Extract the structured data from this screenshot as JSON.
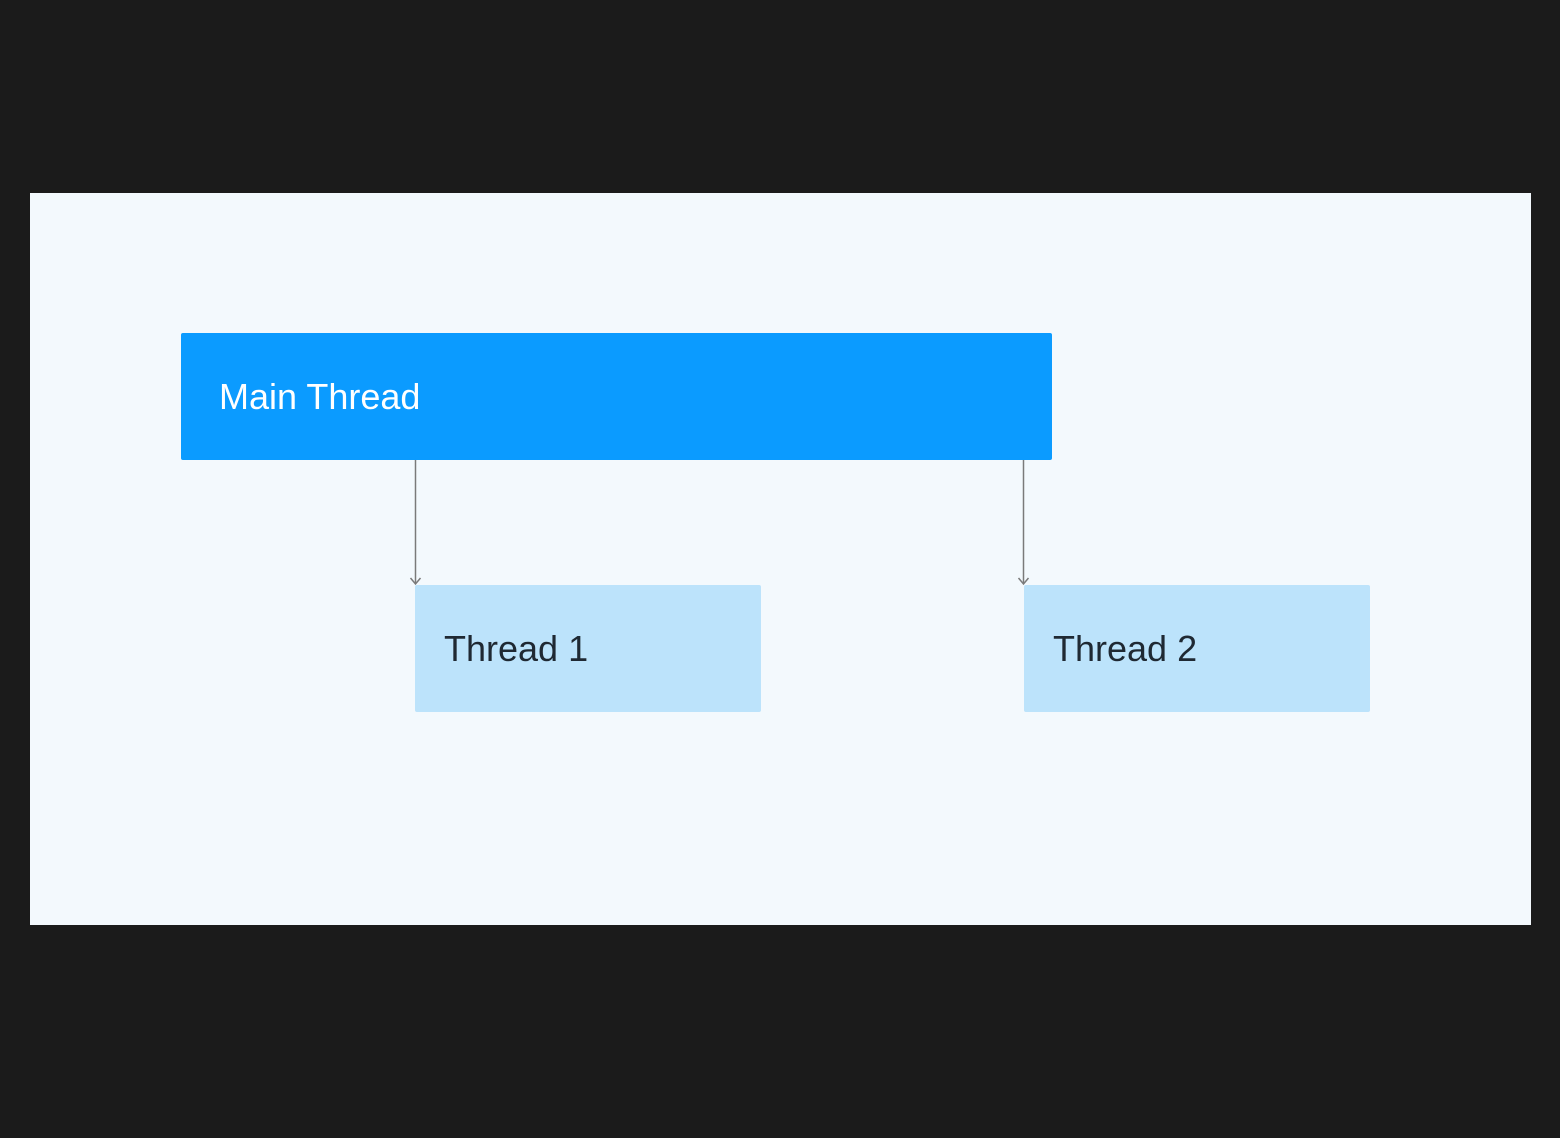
{
  "colors": {
    "main_fill": "#0b9bff",
    "child_fill": "#bce3fb",
    "connector": "#7a7a7a"
  },
  "nodes": {
    "main": {
      "label": "Main Thread"
    },
    "thread_1": {
      "label": "Thread 1"
    },
    "thread_2": {
      "label": "Thread 2"
    }
  },
  "edges": [
    {
      "from": "Main Thread",
      "to": "Thread 1"
    },
    {
      "from": "Main Thread",
      "to": "Thread 2"
    }
  ]
}
